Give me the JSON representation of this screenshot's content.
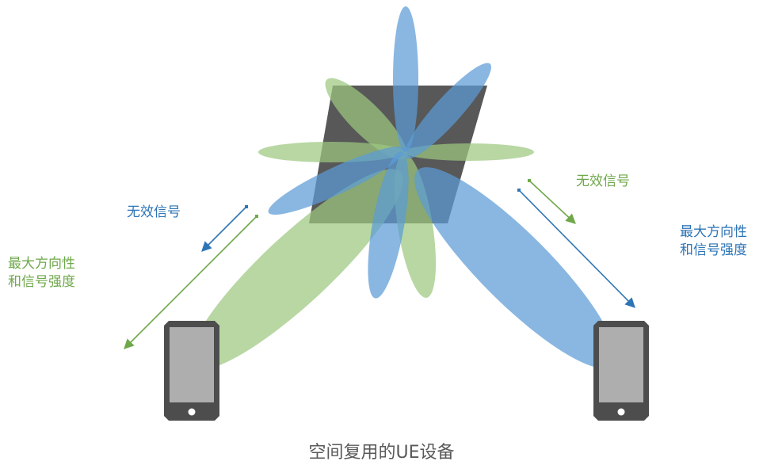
{
  "colors": {
    "blue": "#2e75b6",
    "blue_beam": "#5b9bd5",
    "green": "#6fa84b",
    "green_beam": "#9dc77f",
    "panel": "#333333",
    "phone": "#4d4d4d",
    "caption": "#595959"
  },
  "left_ue": {
    "invalid_signal_label": "无效信号",
    "max_direction_label": "最大方向性\n和信号强度"
  },
  "right_ue": {
    "invalid_signal_label": "无效信号",
    "max_direction_label": "最大方向性\n和信号强度"
  },
  "caption": "空间复用的UE设备",
  "icons": [
    "antenna-panel-icon",
    "phone-icon-left",
    "phone-icon-right"
  ]
}
